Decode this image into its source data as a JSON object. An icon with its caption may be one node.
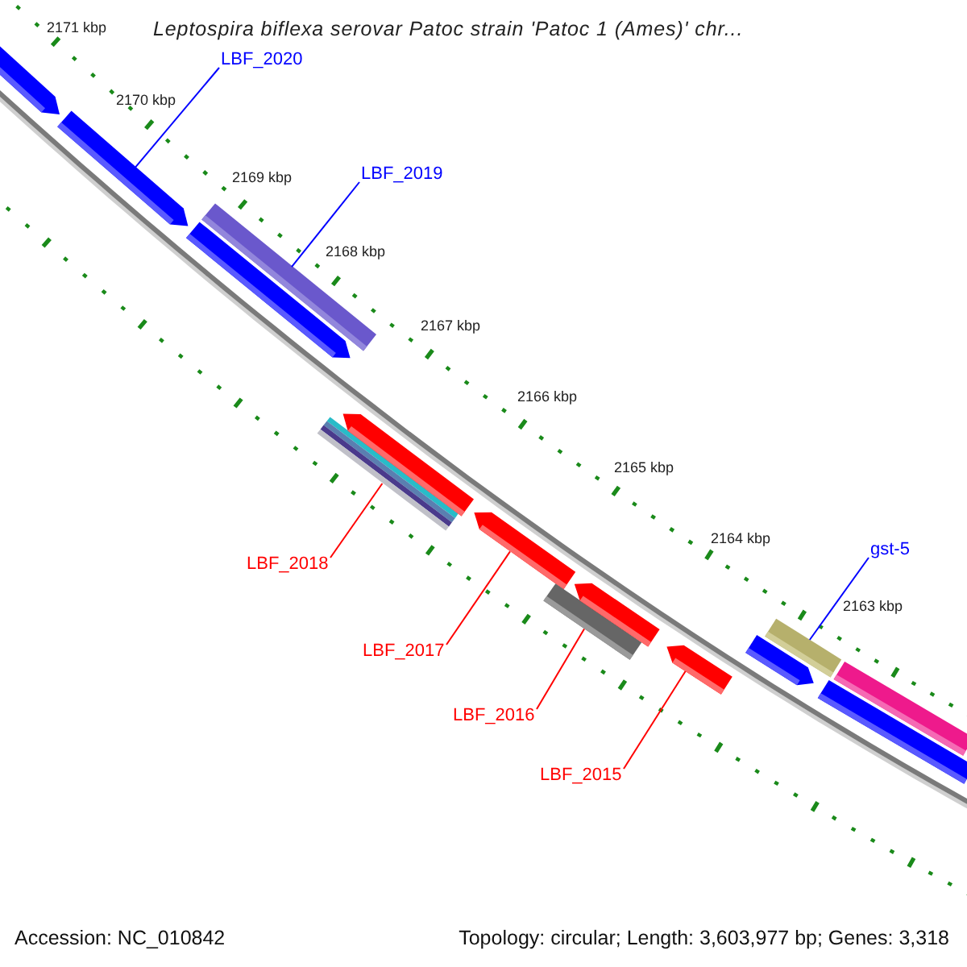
{
  "diagram": {
    "title": "Leptospira biflexa serovar Patoc strain 'Patoc 1 (Ames)' chr...",
    "nodes": [
      {
        "text": [
          "LBF_2020"
        ]
      },
      {
        "text": [
          "LBF_2019"
        ]
      },
      {
        "text": [
          "LBF_2018"
        ]
      },
      {
        "text": [
          "LBF_2017"
        ]
      },
      {
        "text": [
          "LBF_2016"
        ]
      },
      {
        "text": [
          "LBF_2015"
        ]
      },
      {
        "text": [
          "gst-5"
        ]
      },
      {
        "text": [],
        "shape": "bar"
      },
      {
        "text": [],
        "shape": "bar"
      },
      {
        "text": [],
        "shape": "bar"
      },
      {
        "text": [],
        "shape": "bar"
      },
      {
        "text": [],
        "shape": "bar"
      },
      {
        "text": [],
        "shape": "bar"
      },
      {
        "text": [],
        "shape": "bar"
      },
      {
        "text": [],
        "shape": "bar"
      },
      {
        "text": [],
        "shape": "bar"
      },
      {
        "text": [],
        "shape": "bar"
      },
      {
        "text": [],
        "shape": "bar"
      },
      {
        "text": [],
        "shape": "bar"
      },
      {
        "text": [],
        "shape": "bar"
      },
      {
        "text": [],
        "shape": "bar"
      }
    ],
    "edges": [
      {
        "from": 0,
        "to": 8,
        "arrow": "none",
        "color": "#0000ff"
      },
      {
        "from": 1,
        "to": 9,
        "arrow": "none",
        "color": "#0000ff"
      },
      {
        "from": 2,
        "to": 11,
        "arrow": "none"
      },
      {
        "from": 3,
        "to": 13,
        "arrow": "none"
      },
      {
        "from": 4,
        "to": 14,
        "arrow": "none"
      },
      {
        "from": 5,
        "to": 16,
        "arrow": "none"
      },
      {
        "from": 6,
        "to": 18,
        "arrow": "none",
        "color": "#0000ff"
      }
    ],
    "labels": [
      "2171 kbp",
      "2170 kbp",
      "2169 kbp",
      "2168 kbp",
      "2167 kbp",
      "2166 kbp",
      "2165 kbp",
      "2164 kbp",
      "2163 kbp",
      "Accession: NC_010842",
      "Topology: circular; Length: 3,603,977 bp; Genes: 3,318"
    ]
  }
}
